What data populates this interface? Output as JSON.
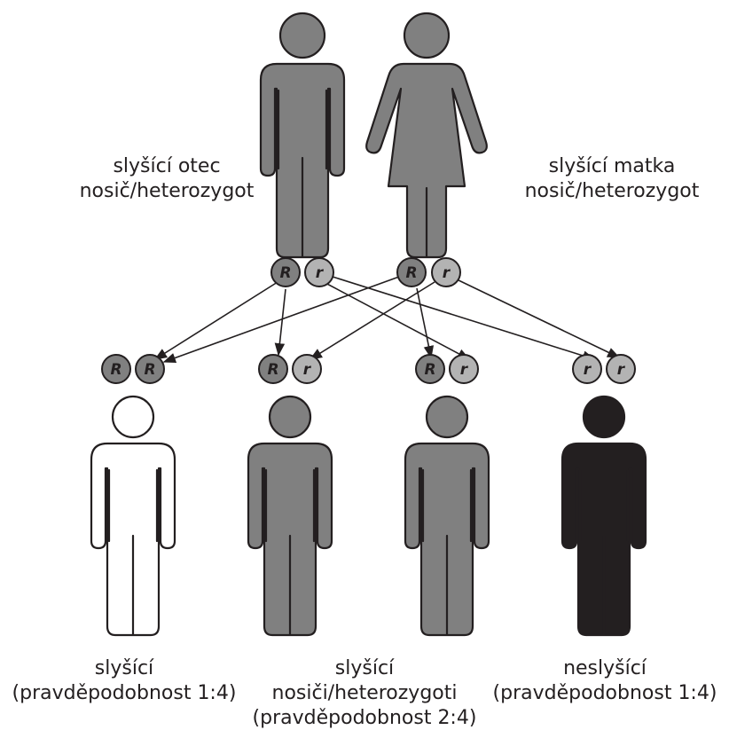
{
  "colors": {
    "carrier": "#808080",
    "hearing": "#ffffff",
    "deaf": "#231f20",
    "dominant_allele": "#808080",
    "recessive_allele": "#b3b3b3",
    "outline": "#231f20"
  },
  "parents": {
    "father": {
      "line1": "slyšící otec",
      "line2": "nosič/heterozygot",
      "alleles": [
        "R",
        "r"
      ]
    },
    "mother": {
      "line1": "slyšící matka",
      "line2": "nosič/heterozygot",
      "alleles": [
        "R",
        "r"
      ]
    }
  },
  "children": [
    {
      "alleles": [
        "R",
        "R"
      ],
      "status": "hearing"
    },
    {
      "alleles": [
        "R",
        "r"
      ],
      "status": "carrier"
    },
    {
      "alleles": [
        "R",
        "r"
      ],
      "status": "carrier"
    },
    {
      "alleles": [
        "r",
        "r"
      ],
      "status": "deaf"
    }
  ],
  "captions": {
    "left": {
      "line1": "slyšící",
      "line2": "(pravděpodobnost 1:4)"
    },
    "middle": {
      "line1": "slyšící",
      "line2": "nosiči/heterozygoti",
      "line3": "(pravděpodobnost 2:4)"
    },
    "right": {
      "line1": "neslyšící",
      "line2": "(pravděpodobnost 1:4)"
    }
  }
}
